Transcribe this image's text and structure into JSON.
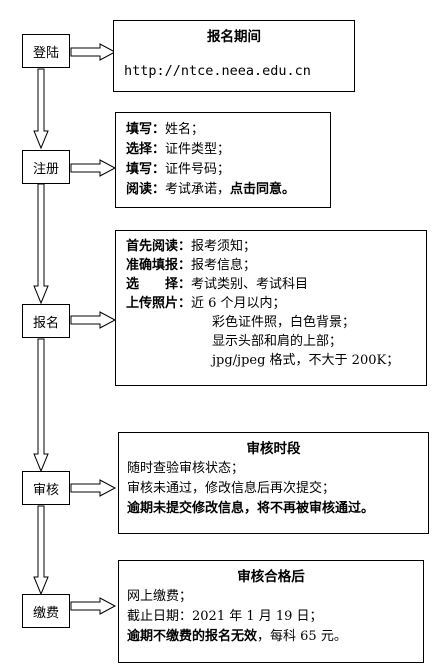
{
  "steps": {
    "login": "登陆",
    "register": "注册",
    "apply": "报名",
    "review": "审核",
    "pay": "缴费"
  },
  "login_box": {
    "title": "报名期间",
    "url": "http://ntce.neea.edu.cn"
  },
  "register_box": {
    "lines": [
      {
        "bold": "填写：",
        "text": "姓名；"
      },
      {
        "bold": "选择：",
        "text": "证件类型；"
      },
      {
        "bold": "填写：",
        "text": "证件号码；"
      },
      {
        "bold": "阅读：",
        "text": "考试承诺，",
        "tail_bold": "点击同意。"
      }
    ]
  },
  "apply_box": {
    "lines": [
      {
        "bold": "首先阅读：",
        "text": "报考须知；"
      },
      {
        "bold": "准确填报：",
        "text": "报考信息；"
      },
      {
        "bold": "选　　择：",
        "text": "考试类别、考试科目"
      },
      {
        "bold": "上传照片：",
        "text": "近 6 个月以内；"
      }
    ],
    "photo_lines": [
      "彩色证件照，白色背景；",
      "显示头部和肩的上部；",
      "jpg/jpeg 格式，不大于 200K；"
    ]
  },
  "review_box": {
    "title": "审核时段",
    "lines": [
      "随时查验审核状态；",
      "审核未通过，修改信息后再次提交；"
    ],
    "bold_line": "逾期未提交修改信息，将不再被审核通过。"
  },
  "pay_box": {
    "title": "审核合格后",
    "lines": [
      "网上缴费；",
      "截止日期：2021 年 1 月 19 日；"
    ],
    "last_bold": "逾期不缴费的报名无效",
    "last_text": "，每科 65 元。"
  }
}
